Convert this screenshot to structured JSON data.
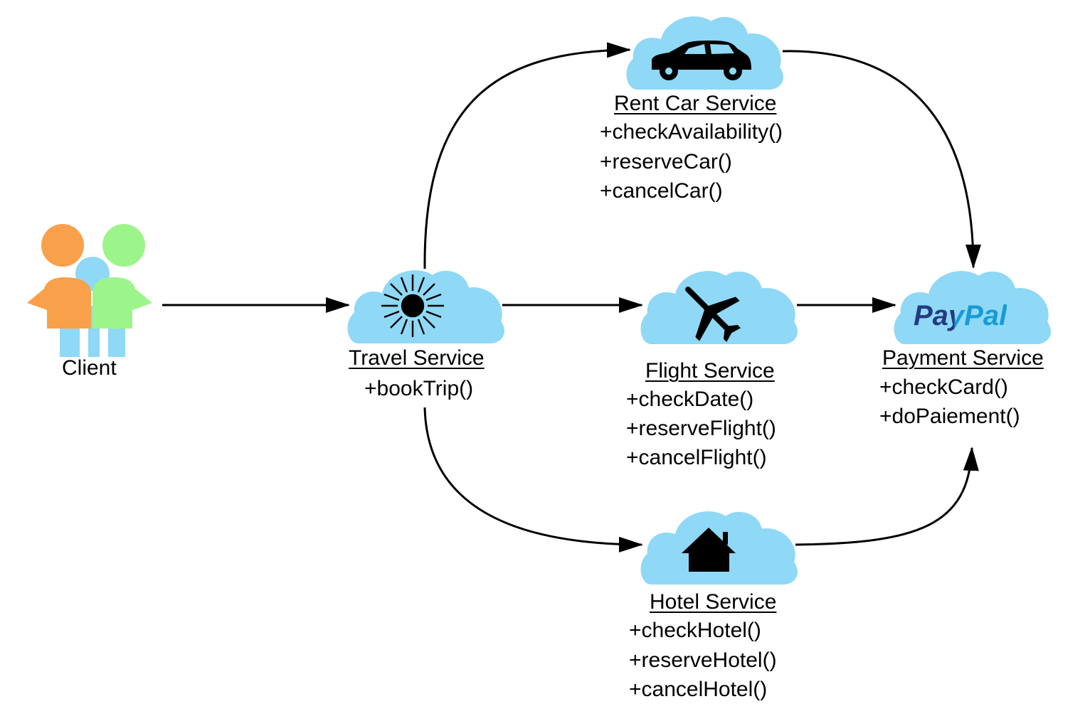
{
  "client": {
    "label": "Client"
  },
  "services": [
    {
      "id": "travel",
      "title": "Travel Service",
      "icon": "sun-icon",
      "methods": [
        "+bookTrip()"
      ]
    },
    {
      "id": "rentcar",
      "title": "Rent Car Service",
      "icon": "car-icon",
      "methods": [
        "+checkAvailability()",
        "+reserveCar()",
        "+cancelCar()"
      ]
    },
    {
      "id": "flight",
      "title": "Flight Service",
      "icon": "plane-icon",
      "methods": [
        "+checkDate()",
        "+reserveFlight()",
        "+cancelFlight()"
      ]
    },
    {
      "id": "hotel",
      "title": "Hotel Service",
      "icon": "house-icon",
      "methods": [
        "+checkHotel()",
        "+reserveHotel()",
        "+cancelHotel()"
      ]
    },
    {
      "id": "payment",
      "title": "Payment Service",
      "icon": "paypal-logo",
      "logo_text": "PayPal",
      "methods": [
        "+checkCard()",
        "+doPaiement()"
      ]
    }
  ],
  "edges": [
    {
      "from": "client",
      "to": "travel"
    },
    {
      "from": "travel",
      "to": "rentcar"
    },
    {
      "from": "travel",
      "to": "flight"
    },
    {
      "from": "travel",
      "to": "hotel"
    },
    {
      "from": "rentcar",
      "to": "payment"
    },
    {
      "from": "flight",
      "to": "payment"
    },
    {
      "from": "hotel",
      "to": "payment"
    }
  ],
  "colors": {
    "cloud": "#8fd8f6",
    "client_orange": "#f9a04a",
    "client_green": "#9cf58a",
    "client_blue": "#8fd8f6",
    "paypal_dark": "#253b80",
    "paypal_light": "#179bd7"
  }
}
